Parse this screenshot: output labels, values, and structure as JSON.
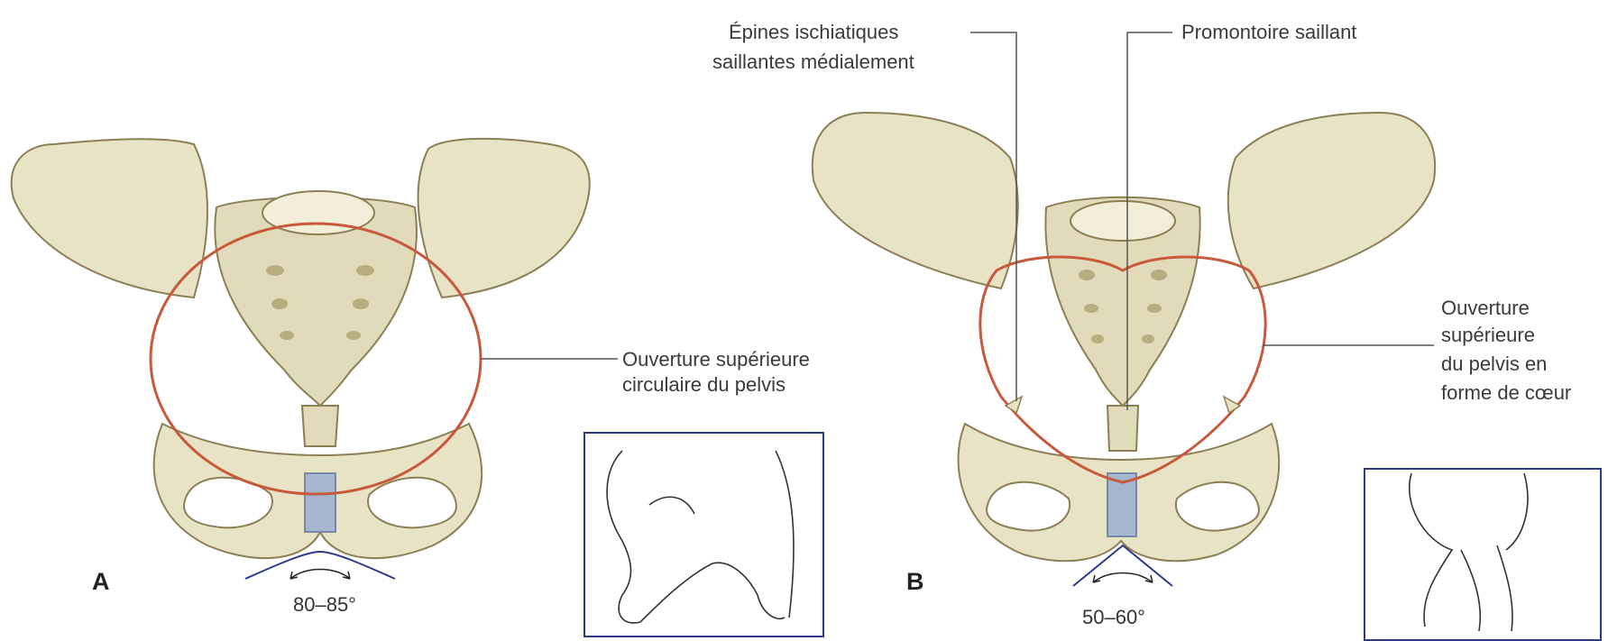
{
  "panels": {
    "a": {
      "letter": "A",
      "angle": "80–85°",
      "inlet_label": [
        "Ouverture supérieure",
        "circulaire du pelvis"
      ]
    },
    "b": {
      "letter": "B",
      "angle": "50–60°",
      "spines_label": [
        "Épines ischiatiques",
        "saillantes médialement"
      ],
      "promontory_label": "Promontoire saillant",
      "inlet_label": [
        "Ouverture",
        "supérieure",
        "du pelvis en",
        "forme de cœur"
      ]
    }
  },
  "colors": {
    "bone": "#e9e3c6",
    "bone_outline": "#8c7f55",
    "bone_shadow": "#cbbf93",
    "inlet_outline": "#c8593d",
    "symphysis": "#a7b6cf",
    "inset_frame": "#2b3a8c",
    "leader": "#555555"
  }
}
